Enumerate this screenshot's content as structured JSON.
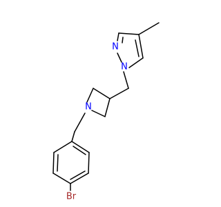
{
  "colors": {
    "background": "#ffffff",
    "bond": "#000000",
    "nitrogen": "#0000ff",
    "bromine": "#a52a2a"
  },
  "atom_labels": {
    "n_pyrazole_1": "N",
    "n_pyrazole_2": "N",
    "n_azetidine": "N",
    "br": "Br"
  }
}
